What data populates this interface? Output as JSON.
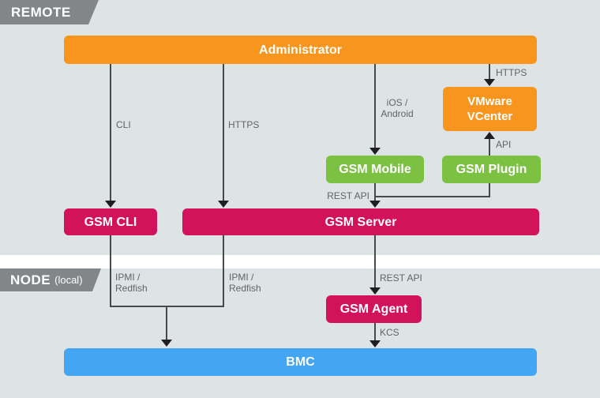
{
  "sections": {
    "remote": {
      "label": "REMOTE"
    },
    "node": {
      "label": "NODE",
      "sublabel": "(local)"
    }
  },
  "nodes": {
    "administrator": {
      "label": "Administrator",
      "color": "#F8951E"
    },
    "vmware_vcenter": {
      "line1": "VMware",
      "line2": "VCenter",
      "color": "#F8951E"
    },
    "gsm_mobile": {
      "label": "GSM Mobile",
      "color": "#7CC142"
    },
    "gsm_plugin": {
      "label": "GSM Plugin",
      "color": "#7CC142"
    },
    "gsm_cli": {
      "label": "GSM CLI",
      "color": "#D2125A"
    },
    "gsm_server": {
      "label": "GSM Server",
      "color": "#D2125A"
    },
    "gsm_agent": {
      "label": "GSM Agent",
      "color": "#D2125A"
    },
    "bmc": {
      "label": "BMC",
      "color": "#43A5F3"
    }
  },
  "edge_labels": {
    "cli": "CLI",
    "https_admin_server": "HTTPS",
    "ios_android": {
      "line1": "iOS /",
      "line2": "Android"
    },
    "https_admin_vcenter": "HTTPS",
    "api": "API",
    "rest_api_mobile_server": "REST API",
    "rest_api_server_agent": "REST API",
    "ipmi_redfish_left": {
      "line1": "IPMI /",
      "line2": "Redfish"
    },
    "ipmi_redfish_right": {
      "line1": "IPMI /",
      "line2": "Redfish"
    },
    "kcs": "KCS"
  },
  "colors": {
    "background": "#DEE3E6",
    "section_divider": "#FFFFFF",
    "section_badge": "#838689",
    "edge_line": "#47484A",
    "arrowhead": "#1E1E1E",
    "edge_label_text": "#626467",
    "node_text": "#FFFFFF"
  }
}
